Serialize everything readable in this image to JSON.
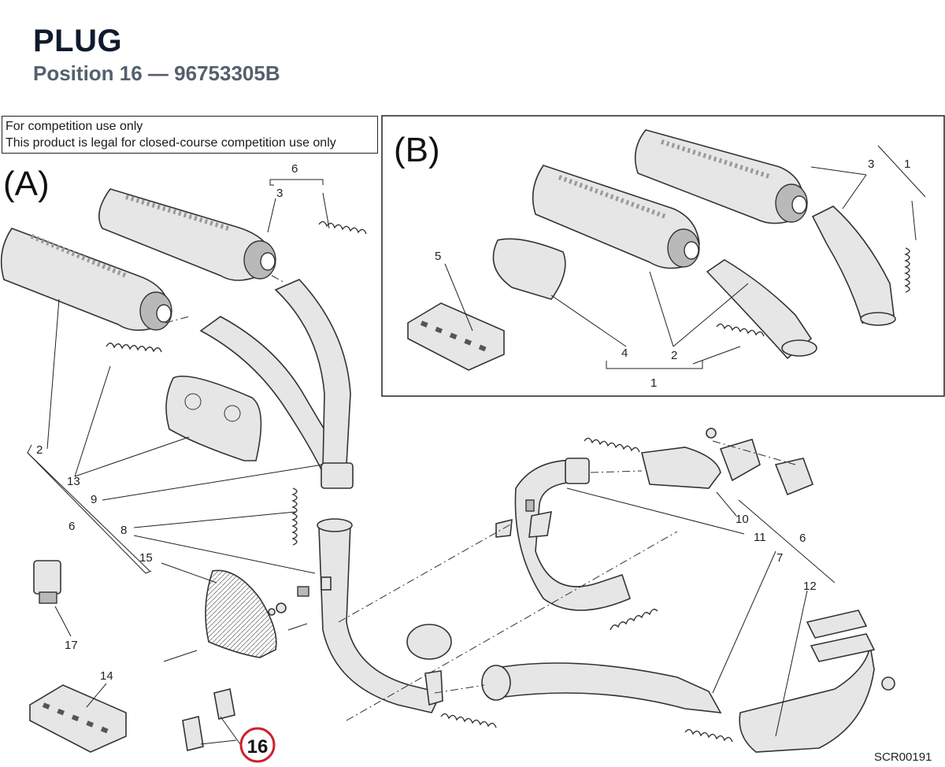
{
  "header": {
    "title": "PLUG",
    "subtitle": "Position 16 — 96753305B"
  },
  "notice": {
    "line1": "For competition use only",
    "line2": "This product is legal for closed-course competition use only"
  },
  "diagram": {
    "view_a_label": "(A)",
    "view_b_label": "(B)",
    "drawing_code": "SCR00191",
    "highlighted_position": "16",
    "labels_a": {
      "p2": "2",
      "p3": "3",
      "p6_top": "6",
      "p13": "13",
      "p9": "9",
      "p6_left": "6",
      "p8": "8",
      "p15": "15",
      "p17": "17",
      "p14": "14"
    },
    "labels_b": {
      "p3": "3",
      "p1_right": "1",
      "p5": "5",
      "p4": "4",
      "p2": "2",
      "p1_bottom": "1"
    },
    "labels_lower": {
      "p10": "10",
      "p11": "11",
      "p6": "6",
      "p7": "7",
      "p12": "12"
    }
  },
  "colors": {
    "highlight_ring": "#d0202e",
    "title": "#0f1b2d",
    "subtitle": "#55606e"
  }
}
